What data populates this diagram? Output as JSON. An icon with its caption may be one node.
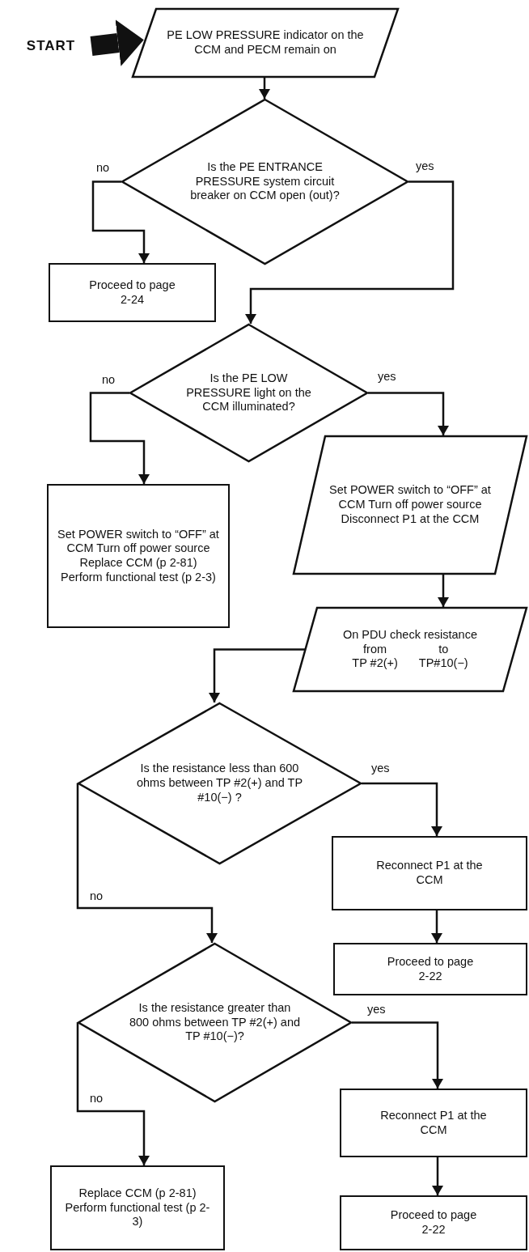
{
  "diagram": {
    "nodes": [
      {
        "text": [
          "START"
        ]
      },
      {
        "text": [
          "PE LOW PRESSURE indicator on the CCM and PECM remain on"
        ]
      },
      {
        "text": [
          "Is the PE ENTRANCE PRESSURE system circuit breaker on CCM open (out)?"
        ]
      },
      {
        "text": [
          "Proceed to page 2-24"
        ]
      },
      {
        "text": [
          "Is the PE LOW PRESSURE light on the CCM illuminated?"
        ]
      },
      {
        "text": [
          "Set POWER switch to “OFF” at CCM Turn off power source Replace CCM (p 2-81) Perform functional test (p 2-3)"
        ]
      },
      {
        "text": [
          "Set POWER switch to “OFF” at CCM Turn off power source Disconnect P1 at the CCM"
        ]
      },
      {
        "text": [
          "On PDU check resistance",
          "from",
          "to",
          "TP #2(+)",
          "TP#10(−)"
        ]
      },
      {
        "text": [
          "Is the resistance less than 600 ohms between TP #2(+) and TP #10(−) ?"
        ]
      },
      {
        "text": [
          "Reconnect P1 at the CCM"
        ]
      },
      {
        "text": [
          "Proceed to page 2-22"
        ]
      },
      {
        "text": [
          "Is the resistance greater than 800 ohms between TP #2(+) and TP #10(−)?"
        ]
      },
      {
        "text": [
          "Reconnect P1 at the CCM"
        ]
      },
      {
        "text": [
          "Proceed to page 2-22"
        ]
      },
      {
        "text": [
          "Replace CCM (p 2-81) Perform functional test (p 2-3)"
        ]
      }
    ],
    "edges": [
      {
        "from": 0,
        "to": 1,
        "arrow": "to",
        "style": "thick"
      },
      {
        "from": 1,
        "to": 2,
        "arrow": "to"
      },
      {
        "from": 2,
        "to": 3,
        "arrow": "to",
        "label": "no"
      },
      {
        "from": 2,
        "to": 4,
        "arrow": "to",
        "label": "yes"
      },
      {
        "from": 4,
        "to": 5,
        "arrow": "to",
        "label": "no"
      },
      {
        "from": 4,
        "to": 6,
        "arrow": "to",
        "label": "yes"
      },
      {
        "from": 6,
        "to": 7,
        "arrow": "to"
      },
      {
        "from": 7,
        "to": 8,
        "arrow": "to"
      },
      {
        "from": 8,
        "to": 9,
        "arrow": "to",
        "label": "yes"
      },
      {
        "from": 8,
        "to": 11,
        "arrow": "to",
        "label": "no"
      },
      {
        "from": 9,
        "to": 10,
        "arrow": "to"
      },
      {
        "from": 11,
        "to": 12,
        "arrow": "to",
        "label": "yes"
      },
      {
        "from": 11,
        "to": 14,
        "arrow": "to",
        "label": "no"
      },
      {
        "from": 12,
        "to": 13,
        "arrow": "to"
      }
    ]
  }
}
